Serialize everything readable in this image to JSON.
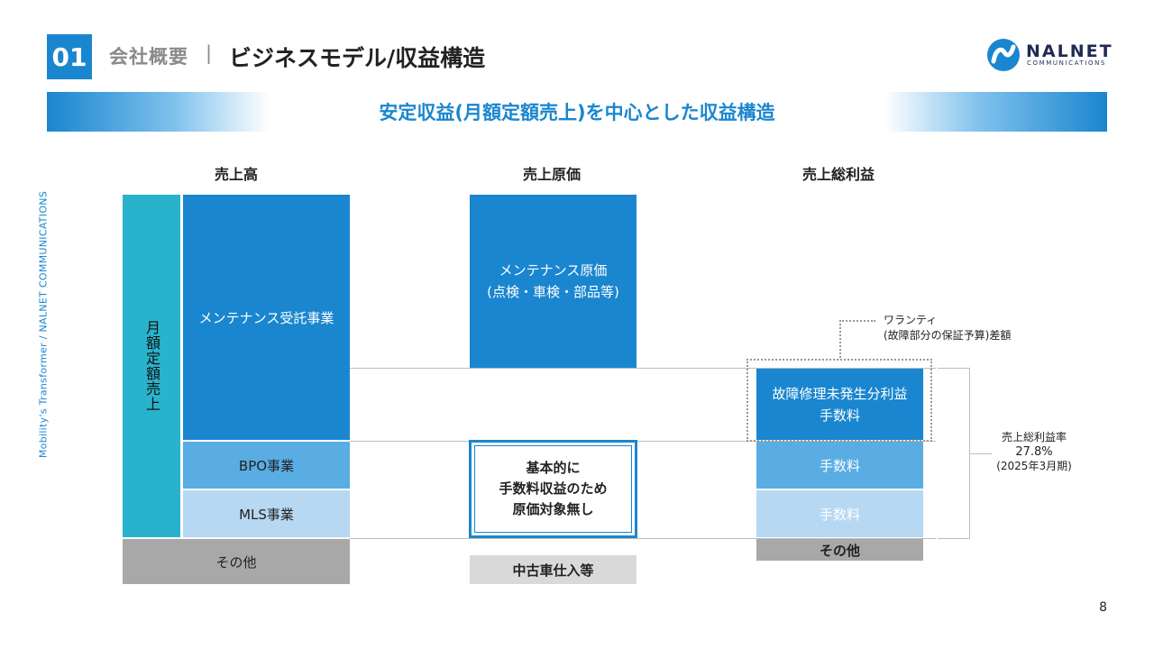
{
  "header": {
    "section_number": "01",
    "category": "会社概要",
    "separator": "|",
    "title": "ビジネスモデル/収益構造"
  },
  "logo": {
    "name": "NALNET",
    "sub": "COMMUNICATIONS",
    "icon": "nalnet-logo-icon"
  },
  "banner": {
    "text": "安定収益(月額定額売上)を中心とした収益構造"
  },
  "side_text": "Mobility's Transformer / NALNET COMMUNICATIONS",
  "columns": {
    "revenue": {
      "heading": "売上高",
      "vertical_label": "月額定額売上",
      "maintenance": "メンテナンス受託事業",
      "bpo": "BPO事業",
      "mls": "MLS事業",
      "other": "その他"
    },
    "cost": {
      "heading": "売上原価",
      "maintenance_cost_line1": "メンテナンス原価",
      "maintenance_cost_line2": "(点検・車検・部品等)",
      "fee_note_line1": "基本的に",
      "fee_note_line2": "手数料収益のため",
      "fee_note_line3": "原価対象無し",
      "used_car": "中古車仕入等"
    },
    "gross_profit": {
      "heading": "売上総利益",
      "repair_line1": "故障修理未発生分利益",
      "repair_line2": "手数料",
      "fee_bpo": "手数料",
      "fee_mls": "手数料",
      "other": "その他"
    }
  },
  "warranty_note": {
    "line1": "ワランティ",
    "line2": "(故障部分の保証予算)差額"
  },
  "margin_note": {
    "line1": "売上総利益率",
    "line2": "27.8%",
    "line3": "(2025年3月期)"
  },
  "colors": {
    "primary_blue": "#1a86cf",
    "teal": "#29b2cc",
    "mid_blue": "#5aade3",
    "light_blue": "#b6d8f2",
    "gray": "#a8a8a8",
    "light_gray": "#d9d9d9"
  },
  "page_number": "8"
}
